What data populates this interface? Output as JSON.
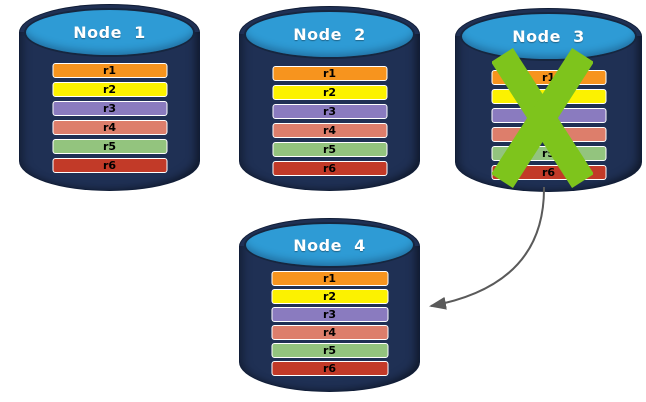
{
  "background": "#ffffff",
  "colors": {
    "cylinder_body": "#1F3054",
    "cap_fill": "#2E9BD5",
    "title_text": "#FFFFFF",
    "row_border": "#FFFFFF",
    "row_text": "#000000",
    "x_mark": "#7EC41C",
    "arrow": "#5A5A5A"
  },
  "row_colors": [
    "#F7941E",
    "#FCF200",
    "#8A7BBF",
    "#DD7E6B",
    "#93C47E",
    "#C23A28"
  ],
  "nodes": [
    {
      "title": "Node  1",
      "rows": [
        "r1",
        "r2",
        "r3",
        "r4",
        "r5",
        "r6"
      ],
      "crossed_out": false
    },
    {
      "title": "Node  2",
      "rows": [
        "r1",
        "r2",
        "r3",
        "r4",
        "r5",
        "r6"
      ],
      "crossed_out": false
    },
    {
      "title": "Node  3",
      "rows": [
        "r1",
        "r2",
        "r3",
        "r4",
        "r5",
        "r6"
      ],
      "crossed_out": true
    },
    {
      "title": "Node  4",
      "rows": [
        "r1",
        "r2",
        "r3",
        "r4",
        "r5",
        "r6"
      ],
      "crossed_out": false
    }
  ],
  "arrow_link": {
    "from": "Node 3",
    "to": "Node 4"
  }
}
